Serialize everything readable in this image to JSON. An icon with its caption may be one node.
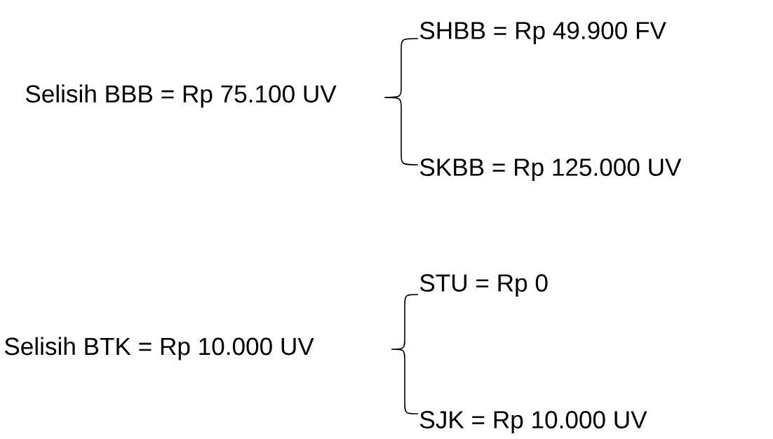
{
  "diagram": {
    "labels": [
      "Selisih BBB = Rp 75.100 UV",
      "SHBB = Rp 49.900 FV",
      "SKBB = Rp 125.000 UV",
      "Selisih BTK = Rp 10.000 UV",
      "STU = Rp 0",
      "SJK = Rp 10.000 UV"
    ]
  }
}
